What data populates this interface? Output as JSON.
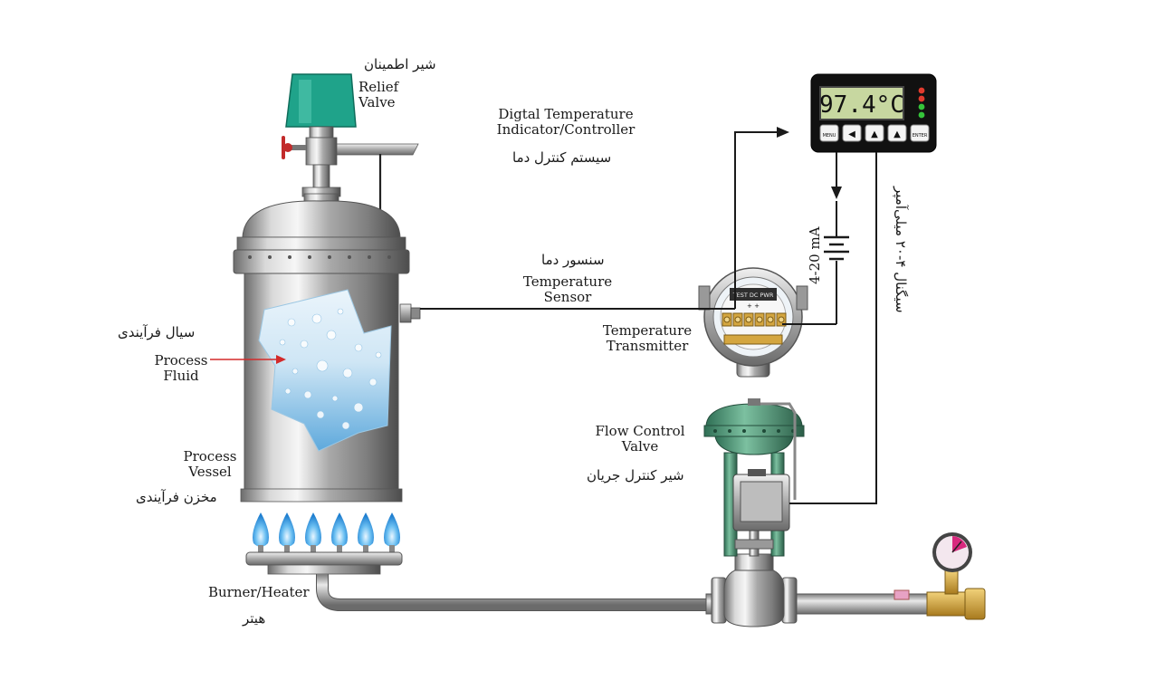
{
  "labels": {
    "relief_valve_fa": "شیر اطمینان",
    "relief_valve_line1": "Relief",
    "relief_valve_line2": "Valve",
    "controller_line1": "Digtal Temperature",
    "controller_line2": "Indicator/Controller",
    "controller_fa": "سیستم کنترل دما",
    "sensor_fa": "سنسور دما",
    "sensor_line1": "Temperature",
    "sensor_line2": "Sensor",
    "transmitter_line1": "Temperature",
    "transmitter_line2": "Transmitter",
    "fluid_fa": "سیال فرآیندی",
    "fluid_line1": "Process",
    "fluid_line2": "Fluid",
    "vessel_line1": "Process",
    "vessel_line2": "Vessel",
    "vessel_fa": "مخزن فرآیندی",
    "flow_valve_line1": "Flow Control",
    "flow_valve_line2": "Valve",
    "flow_valve_fa": "شیر کنترل جریان",
    "burner": "Burner/Heater",
    "burner_fa": "هیتر",
    "current_loop": "4-20 mA",
    "signal_fa": "سیگنال ۴-۲۰ میلی‌آمپر"
  },
  "controller": {
    "display": "97.4°C",
    "buttons": [
      "MENU",
      "◀",
      "▲",
      "▲",
      "ENTER"
    ],
    "led_colors": [
      "#e23b2e",
      "#e23b2e",
      "#35c43a",
      "#35c43a"
    ]
  },
  "transmitter": {
    "tag": "TEST DC PWR",
    "terminals": "+ +"
  },
  "colors": {
    "valve_green": "#4f9a78",
    "relief_teal": "#1fa38a",
    "flame_blue": "#3aa6e8",
    "arrow_red": "#d32a2a",
    "brass": "#d4a640",
    "gauge_magenta": "#d8297e"
  }
}
